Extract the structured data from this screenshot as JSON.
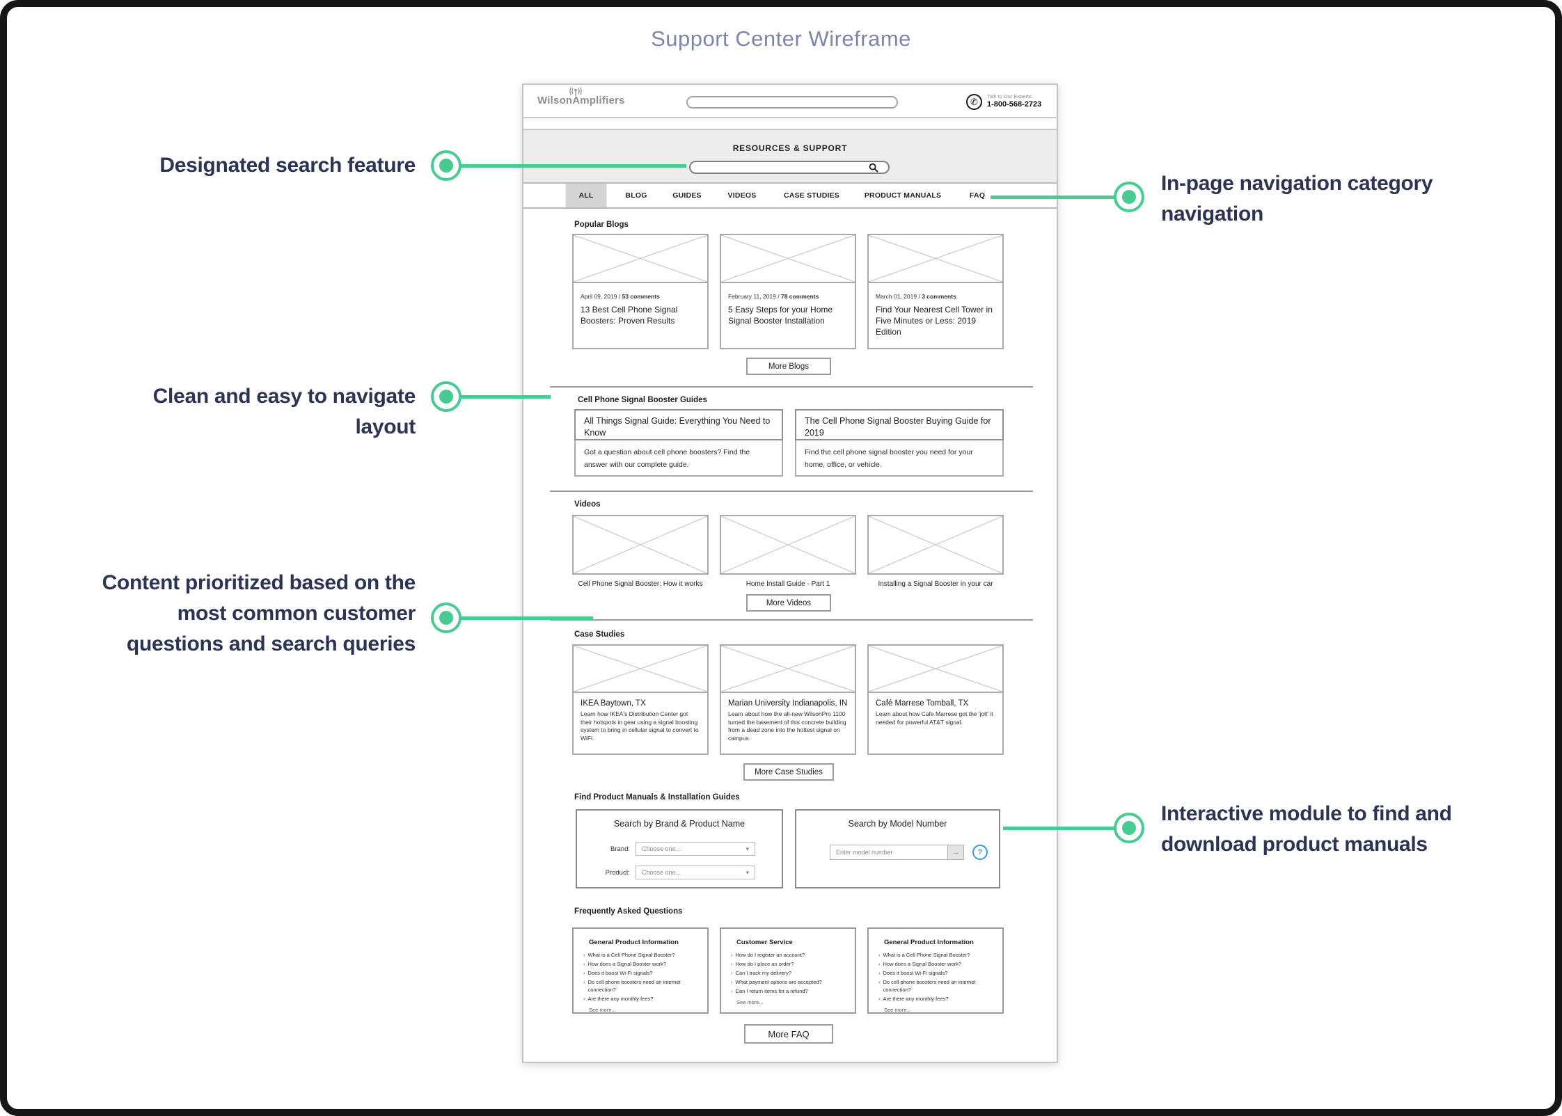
{
  "page": {
    "title": "Support Center Wireframe"
  },
  "annotations": {
    "search": "Designated search feature",
    "nav": {
      "line1": "In-page navigation category",
      "line2": "navigation"
    },
    "layout": "Clean and easy to navigate layout",
    "content": {
      "line1": "Content prioritized based on the",
      "line2": "most common customer",
      "line3": "questions and search queries"
    },
    "manuals": {
      "line1": "Interactive module to find and",
      "line2": "download product manuals"
    },
    "accent_color": "#47cb90",
    "text_color": "#2d3452"
  },
  "header": {
    "logo_part1": "Wilson",
    "logo_part2": "Amplifiers",
    "experts_label": "Talk to Our Experts:",
    "phone": "1-800-568-2723"
  },
  "resources": {
    "title": "RESOURCES & SUPPORT"
  },
  "tabs": [
    {
      "label": "ALL",
      "active": true
    },
    {
      "label": "BLOG",
      "active": false
    },
    {
      "label": "GUIDES",
      "active": false
    },
    {
      "label": "VIDEOS",
      "active": false
    },
    {
      "label": "CASE STUDIES",
      "active": false
    },
    {
      "label": "PRODUCT MANUALS",
      "active": false
    },
    {
      "label": "FAQ",
      "active": false
    }
  ],
  "blogs": {
    "heading": "Popular Blogs",
    "sep": "/",
    "cards": [
      {
        "date": "April 09, 2019",
        "comments": "53 comments",
        "title": "13 Best Cell Phone Signal Boosters: Proven Results"
      },
      {
        "date": "February 11, 2019",
        "comments": "78 comments",
        "title": "5 Easy Steps for your Home Signal Booster Installation"
      },
      {
        "date": "March 01, 2019",
        "comments": "3 comments",
        "title": "Find Your Nearest Cell Tower in Five Minutes or Less: 2019 Edition"
      }
    ],
    "more": "More Blogs"
  },
  "guides": {
    "heading": "Cell Phone Signal Booster Guides",
    "cards": [
      {
        "title": "All Things Signal Guide: Everything You Need to Know",
        "body": "Got a question about cell phone boosters? Find the answer with our complete guide."
      },
      {
        "title": "The Cell Phone Signal Booster Buying Guide for 2019",
        "body": "Find the cell phone signal booster you need for your home, office, or vehicle."
      }
    ]
  },
  "videos": {
    "heading": "Videos",
    "items": [
      {
        "caption": "Cell Phone Signal Booster: How it works"
      },
      {
        "caption": "Home Install Guide - Part 1"
      },
      {
        "caption": "Installing a Signal Booster in your car"
      }
    ],
    "more": "More Videos"
  },
  "cases": {
    "heading": "Case Studies",
    "cards": [
      {
        "title": "IKEA Baytown, TX",
        "body": "Learn how IKEA's Distribution Center got their hotspots in gear using a signal boosting system to bring in cellular signal to convert to WiFi."
      },
      {
        "title": "Marian University Indianapolis, IN",
        "body": "Learn about how the all-new WilsonPro 1100 turned the basement of this concrete building from a dead zone into the hottest signal on campus."
      },
      {
        "title": "Café Marrese Tomball, TX",
        "body": "Learn about how Cafe Marrese got the 'jolt' it needed for powerful AT&T signal."
      }
    ],
    "more": "More Case Studies"
  },
  "manuals": {
    "heading": "Find Product Manuals & Installation Guides",
    "brand_box": {
      "title": "Search by Brand & Product Name",
      "brand_label": "Brand:",
      "product_label": "Product:",
      "choose": "Choose one...",
      "caret": "▾"
    },
    "model_box": {
      "title": "Search by Model Number",
      "placeholder": "Enter model number",
      "arrow": "→",
      "help": "?"
    }
  },
  "faq": {
    "heading": "Frequently Asked Questions",
    "chevron": "›",
    "boxes": [
      {
        "title": "General Product Information",
        "items": [
          "What is a Cell Phone Signal Booster?",
          "How does a Signal Booster work?",
          "Does it boost Wi-Fi signals?",
          "Do cell phone boosters need an internet connection?",
          "Are there any monthly fees?"
        ],
        "see_more": "See more..."
      },
      {
        "title": "Customer Service",
        "items": [
          "How do I register an account?",
          "How do I place an order?",
          "Can I track my delivery?",
          "What payment options are accepted?",
          "Can I return items for a refund?"
        ],
        "see_more": "See more..."
      },
      {
        "title": "General Product Information",
        "items": [
          "What is a Cell Phone Signal Booster?",
          "How does a Signal Booster work?",
          "Does it boost Wi-Fi signals?",
          "Do cell phone boosters need an internet connection?",
          "Are there any monthly fees?"
        ],
        "see_more": "See more..."
      }
    ],
    "more": "More FAQ"
  }
}
